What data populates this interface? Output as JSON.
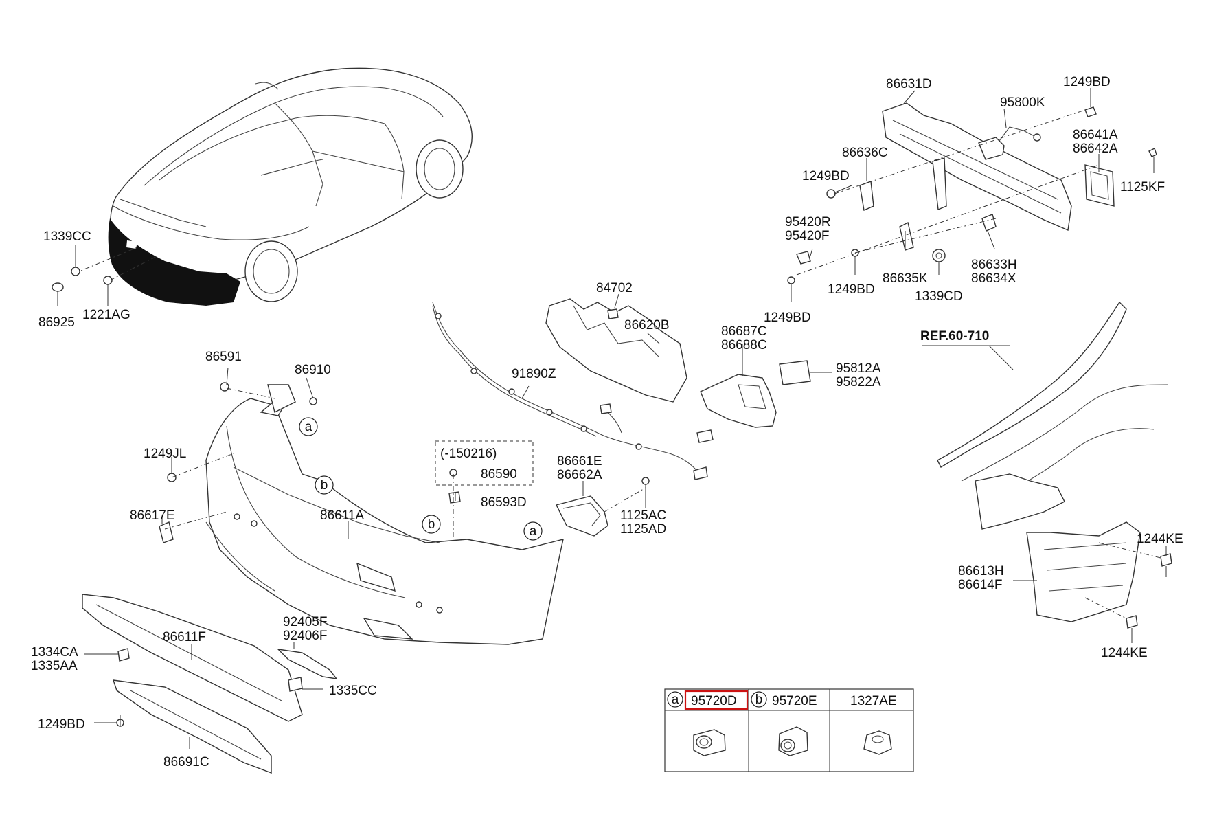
{
  "ref_label": "REF.60-710",
  "variant_note": "(-150216)",
  "callouts": [
    "a",
    "b",
    "b",
    "a"
  ],
  "labels": {
    "p1339CC": "1339CC",
    "p86925": "86925",
    "p1221AG": "1221AG",
    "p86631D": "86631D",
    "p95800K": "95800K",
    "p1249BD_top": "1249BD",
    "p86641A": "86641A",
    "p86642A": "86642A",
    "p1125KF": "1125KF",
    "p86636C": "86636C",
    "p1249BD_left": "1249BD",
    "p95420R": "95420R",
    "p95420F": "95420F",
    "p86633H": "86633H",
    "p86634X": "86634X",
    "p1249BD_mid": "1249BD",
    "p86635K": "86635K",
    "p1339CD": "1339CD",
    "p1249BD_low": "1249BD",
    "p84702": "84702",
    "p86620B": "86620B",
    "p86687C": "86687C",
    "p86688C": "86688C",
    "p95812A": "95812A",
    "p95822A": "95822A",
    "p91890Z": "91890Z",
    "p86591": "86591",
    "p86910": "86910",
    "p1249JL": "1249JL",
    "p86590": "86590",
    "p86593D": "86593D",
    "p86661E": "86661E",
    "p86662A": "86662A",
    "p1125AC": "1125AC",
    "p1125AD": "1125AD",
    "p86617E": "86617E",
    "p86611A": "86611A",
    "p1244KE_top": "1244KE",
    "p86613H": "86613H",
    "p86614F": "86614F",
    "p1244KE_bot": "1244KE",
    "p92405F": "92405F",
    "p92406F": "92406F",
    "p86611F": "86611F",
    "p1334CA": "1334CA",
    "p1335AA": "1335AA",
    "p1335CC": "1335CC",
    "p1249BD_bottom": "1249BD",
    "p86691C": "86691C"
  },
  "legend_table": {
    "columns": [
      {
        "marker": "a",
        "part": "95720D",
        "highlighted": true
      },
      {
        "marker": "b",
        "part": "95720E",
        "highlighted": false
      },
      {
        "marker": "",
        "part": "1327AE",
        "highlighted": false
      }
    ]
  },
  "colors": {
    "line": "#333333",
    "highlight": "#cc1111",
    "shade": "#111111"
  }
}
